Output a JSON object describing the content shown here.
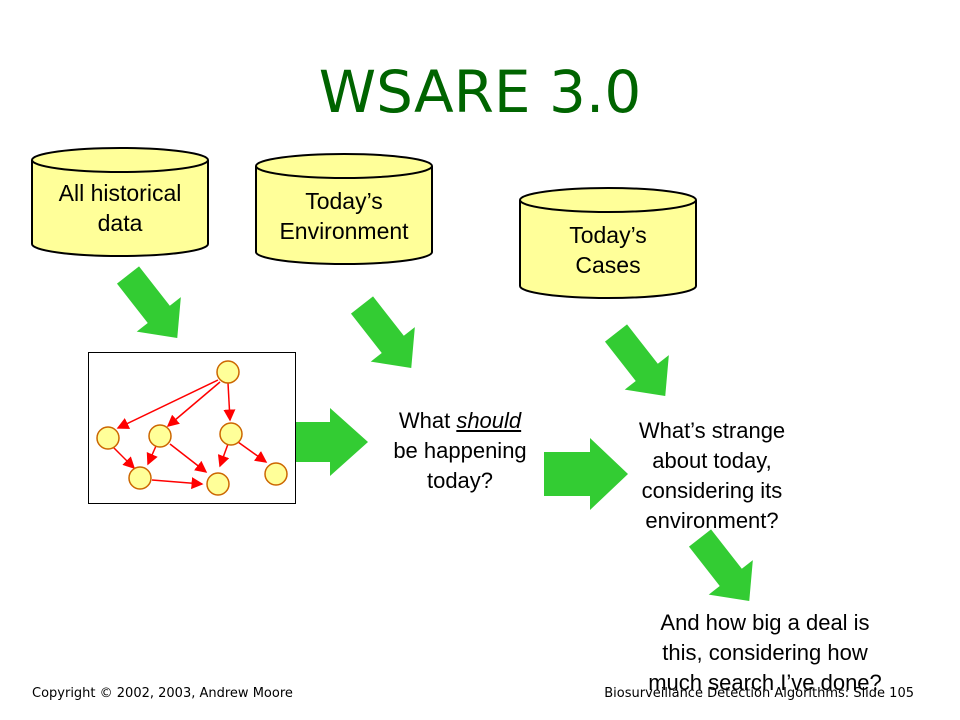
{
  "title": "WSARE 3.0",
  "databases": {
    "historical": [
      "All historical",
      "data"
    ],
    "environment": [
      "Today’s",
      "Environment"
    ],
    "cases": [
      "Today’s",
      "Cases"
    ]
  },
  "questions": {
    "should_happen": {
      "part1_pre": "What ",
      "part1_emph": "should",
      "line2": "be happening",
      "line3": "today?"
    },
    "strange": [
      "What’s strange",
      "about today,",
      "considering its",
      "environment?"
    ],
    "big_deal": [
      "And how big a deal is",
      "this, considering how",
      "much search I’ve done?"
    ]
  },
  "footer": {
    "copyright": "Copyright © 2002, 2003, Andrew  Moore",
    "slide": "Biosurveillance Detection Algorithms: Slide 105"
  },
  "colors": {
    "title": "#006400",
    "cylinder_fill": "#ffff99",
    "arrow_fill": "#33cc33",
    "node_fill": "#ffff99",
    "node_stroke": "#cc6600",
    "edge": "#ff0000"
  }
}
